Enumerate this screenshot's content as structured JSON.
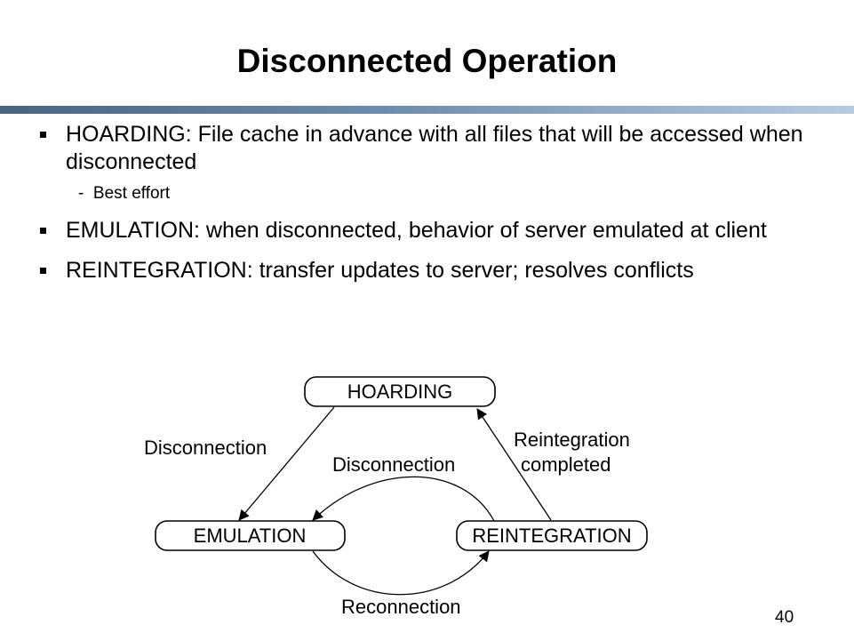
{
  "slide": {
    "title": "Disconnected Operation",
    "page_number": "40"
  },
  "bullets": [
    {
      "text": "HOARDING: File cache in advance with all files that will be accessed when disconnected",
      "sub": [
        {
          "text": "Best effort"
        }
      ]
    },
    {
      "text": "EMULATION: when disconnected, behavior of server emulated at client"
    },
    {
      "text": "REINTEGRATION: transfer updates to server; resolves conflicts"
    }
  ],
  "diagram": {
    "states": {
      "hoarding": "HOARDING",
      "emulation": "EMULATION",
      "reintegration": "REINTEGRATION"
    },
    "transitions": {
      "hoard_to_emulation": "Disconnection",
      "reintegration_to_emulation": "Disconnection",
      "emulation_to_reintegration": "Reconnection",
      "reintegration_to_hoard": [
        "Reintegration",
        "completed"
      ]
    }
  }
}
